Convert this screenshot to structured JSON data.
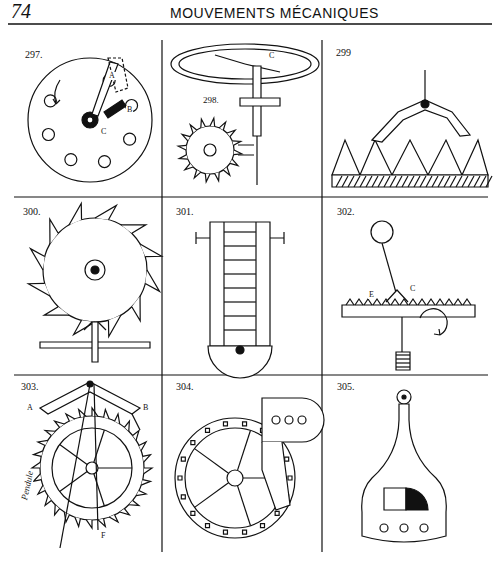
{
  "diagram": {
    "title": "MOUVEMENTS MÉCANIQUES",
    "labels": [
      "74",
      "297.",
      "A",
      "B",
      "C",
      "298.",
      "C",
      "299",
      "300.",
      "301.",
      "302.",
      "E",
      "C",
      "303.",
      "A",
      "B",
      "Pendule",
      "F",
      "304.",
      "305."
    ]
  }
}
